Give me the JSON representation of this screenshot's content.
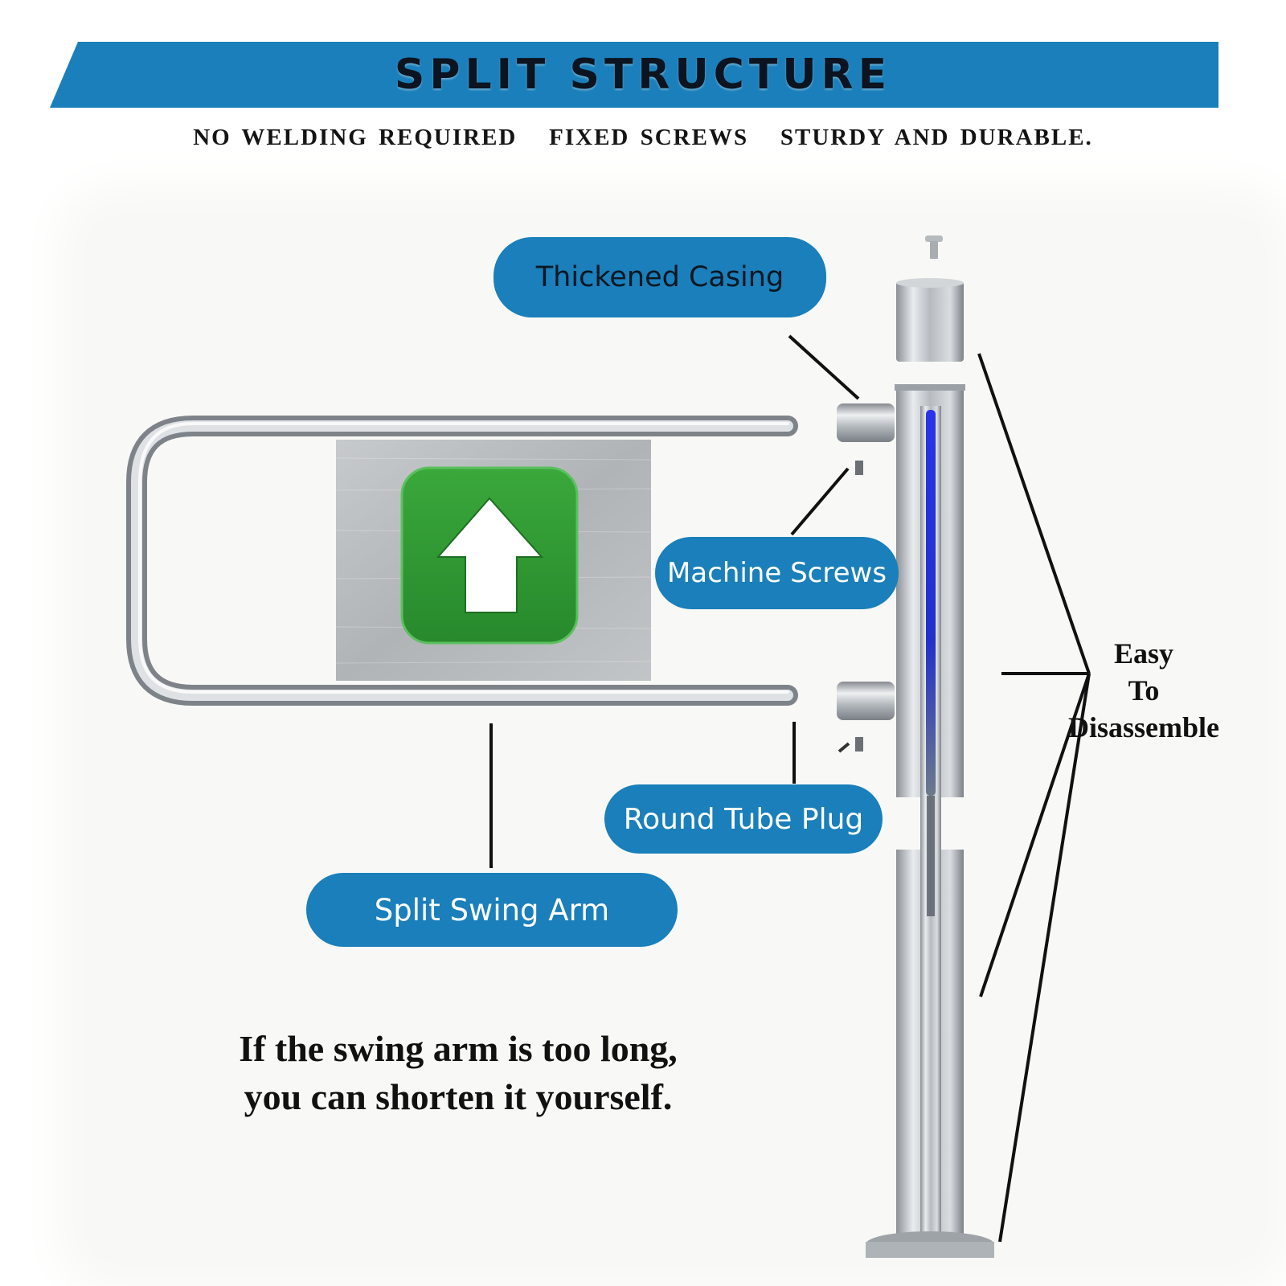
{
  "banner": {
    "title": "SPLIT STRUCTURE"
  },
  "subtitle": "NO WELDING REQUIRED   FIXED SCREWS   STURDY AND DURABLE.",
  "labels": {
    "thickened_casing": "Thickened Casing",
    "machine_screws": "Machine Screws",
    "round_tube_plug": "Round Tube Plug",
    "split_swing_arm": "Split Swing Arm"
  },
  "easy": {
    "line1": "Easy",
    "line2": "To",
    "line3": "Disassemble"
  },
  "caption": {
    "line1": "If the swing arm is too long,",
    "line2": "you can shorten it yourself."
  },
  "colors": {
    "accent_blue": "#1a7fba",
    "sign_green": "#2f9a33",
    "led_blue": "#1f2fd8",
    "steel": "#b8bdc2"
  },
  "icons": {
    "sign": "up-arrow-icon"
  }
}
